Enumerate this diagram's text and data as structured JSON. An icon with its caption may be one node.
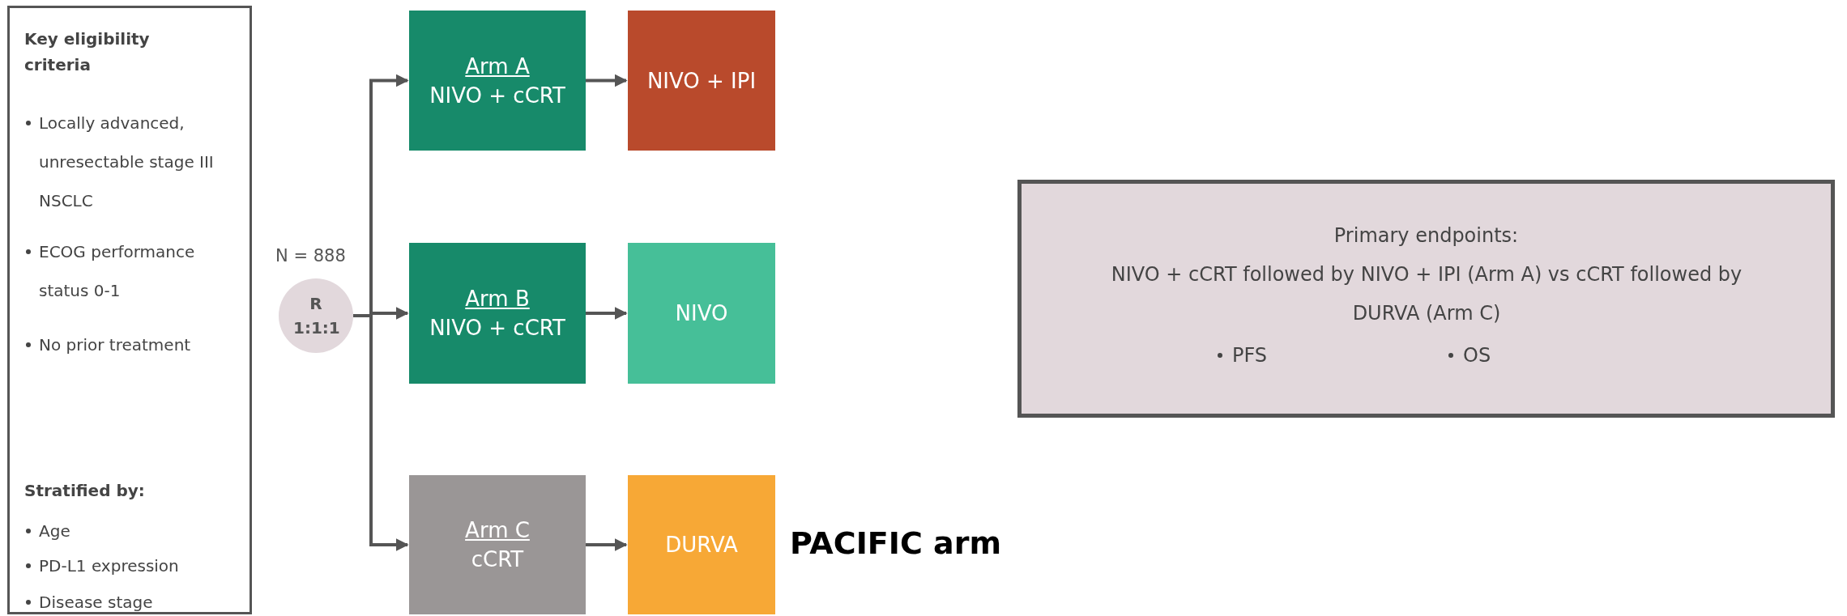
{
  "diagram": {
    "nodes": [
      {
        "text": [
          "Key eligibility criteria",
          "Locally advanced, unresectable stage III NSCLC",
          "ECOG performance status 0-1",
          "No prior treatment",
          "Stratified by:",
          "Age",
          "PD-L1 expression",
          "Disease stage"
        ]
      },
      {
        "text": [
          "R 1:1:1"
        ],
        "beside": [
          "N = 888"
        ]
      },
      {
        "text": [
          "Arm A",
          "NIVO + cCRT"
        ]
      },
      {
        "text": [
          "NIVO + IPI"
        ]
      },
      {
        "text": [
          "Arm B",
          "NIVO + cCRT"
        ]
      },
      {
        "text": [
          "NIVO"
        ]
      },
      {
        "text": [
          "Arm C",
          "cCRT"
        ]
      },
      {
        "text": [
          "DURVA"
        ],
        "beside": [
          "PACIFIC arm"
        ]
      },
      {
        "text": [
          "Primary endpoints:",
          "NIVO + cCRT followed by NIVO + IPI (Arm A) vs cCRT followed by DURVA (Arm C)",
          "PFS",
          "OS"
        ]
      }
    ],
    "edges": [
      {
        "from": 1,
        "to": 2,
        "arrow": "to"
      },
      {
        "from": 1,
        "to": 4,
        "arrow": "to"
      },
      {
        "from": 1,
        "to": 6,
        "arrow": "to"
      },
      {
        "from": 2,
        "to": 3,
        "arrow": "to"
      },
      {
        "from": 4,
        "to": 5,
        "arrow": "to"
      },
      {
        "from": 6,
        "to": 7,
        "arrow": "to"
      }
    ]
  }
}
